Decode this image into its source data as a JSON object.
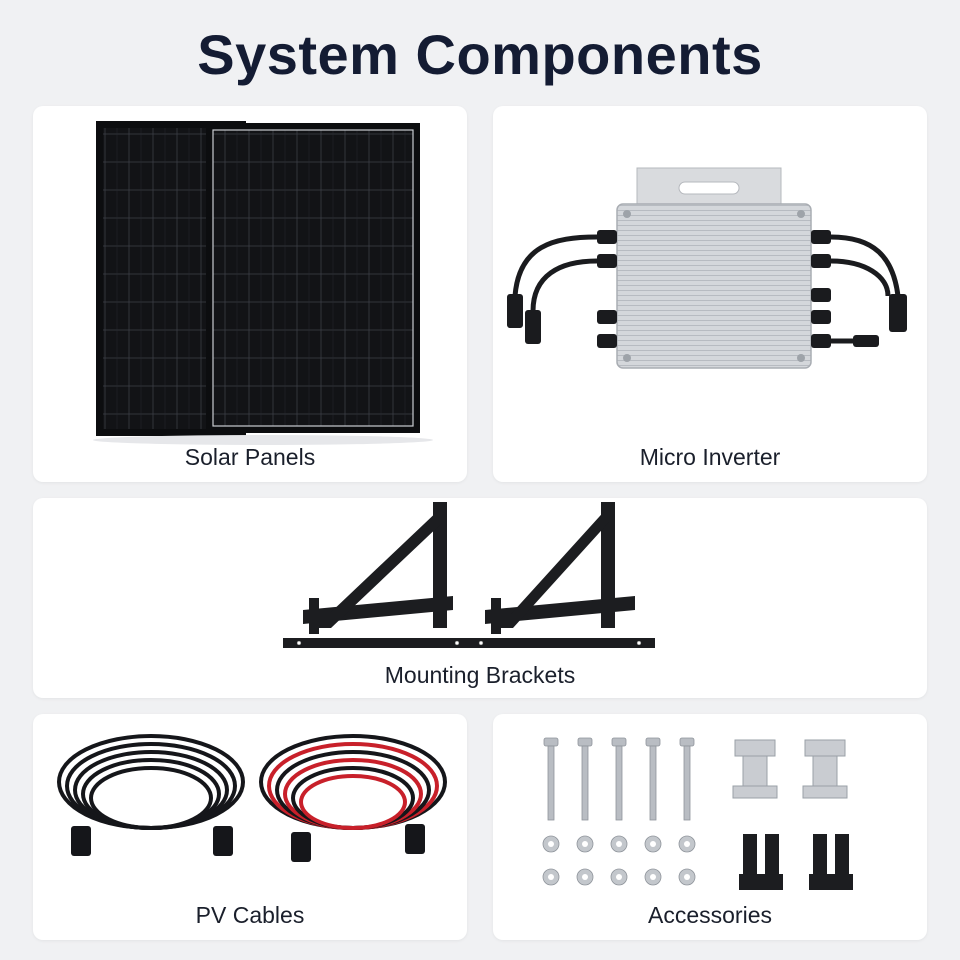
{
  "title": "System Components",
  "components": [
    {
      "label": "Solar Panels",
      "icon": "solar-panel-icon"
    },
    {
      "label": "Micro Inverter",
      "icon": "micro-inverter-icon"
    },
    {
      "label": "Mounting Brackets",
      "icon": "mounting-bracket-icon"
    },
    {
      "label": "PV Cables",
      "icon": "pv-cable-icon"
    },
    {
      "label": "Accessories",
      "icon": "accessories-icon"
    }
  ],
  "colors": {
    "background": "#f0f1f3",
    "card": "#ffffff",
    "title": "#141c33",
    "panel_black": "#111214",
    "cable_red": "#c8202a",
    "aluminum": "#c9ccd1"
  }
}
